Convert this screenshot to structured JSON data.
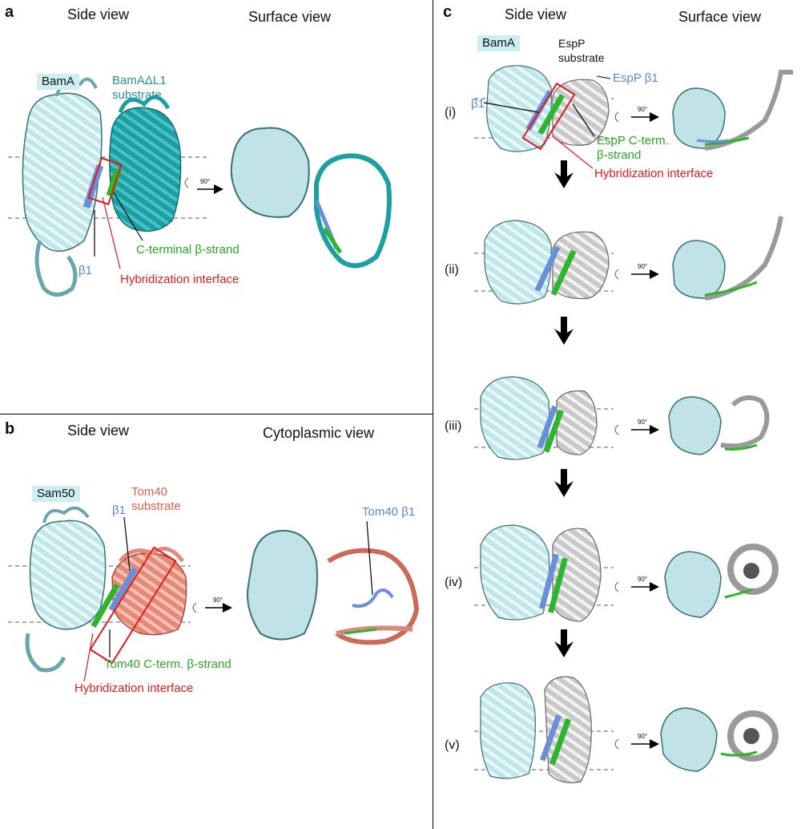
{
  "colors": {
    "bama": "#a8dde0",
    "bama_dark": "#5f9ea3",
    "substrate_teal": "#1fa3a7",
    "tom40": "#e07a6a",
    "espp": "#d9d9d9",
    "beta1": "#6b8fd6",
    "cterm": "#2db52d",
    "interface": "#e31a1c",
    "label_teal": "#2a8f93",
    "label_salmon": "#d4624f",
    "label_blue": "#5b86c9",
    "label_green": "#2aa52a",
    "label_red": "#e31a1c"
  },
  "panel_a": {
    "letter": "a",
    "side_view": "Side view",
    "surface_view": "Surface view",
    "bama": "BamA",
    "substrate_l1": "BamAΔL1",
    "substrate_l2": "substrate",
    "cterm": "C-terminal β-strand",
    "beta1": "β1",
    "interface": "Hybridization interface",
    "rot": "90°"
  },
  "panel_b": {
    "letter": "b",
    "side_view": "Side view",
    "cyto_view": "Cytoplasmic view",
    "sam50": "Sam50",
    "substrate_l1": "Tom40",
    "substrate_l2": "substrate",
    "beta1": "β1",
    "tom40_beta1": "Tom40 β1",
    "cterm": "Tom40 C-term. β-strand",
    "interface": "Hybridization interface",
    "rot": "90°"
  },
  "panel_c": {
    "letter": "c",
    "side_view": "Side view",
    "surface_view": "Surface view",
    "bama": "BamA",
    "substrate_l1": "EspP",
    "substrate_l2": "substrate",
    "espp_beta1": "EspP β1",
    "beta1": "β1",
    "cterm_l1": "EspP C-term.",
    "cterm_l2": "β-strand",
    "interface": "Hybridization interface",
    "rot": "90°",
    "stages": [
      "(i)",
      "(ii)",
      "(iii)",
      "(iv)",
      "(v)"
    ]
  }
}
